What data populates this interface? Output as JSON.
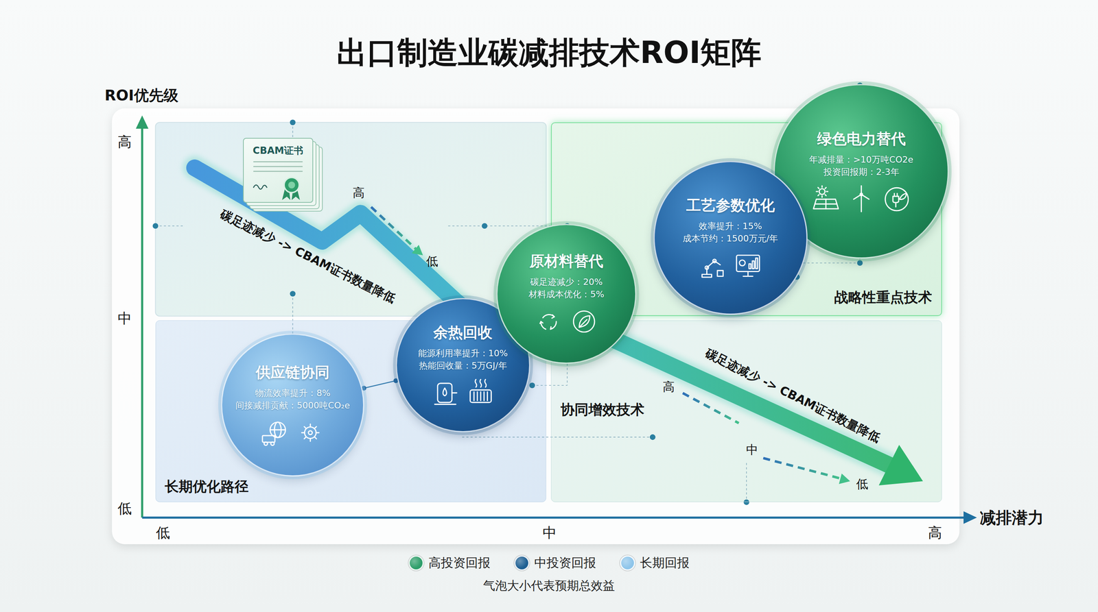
{
  "diagram": {
    "title": "出口制造业碳减排技术ROI矩阵",
    "caption": "气泡大小代表预期总效益",
    "nodes": [
      {
        "text": [
          "战略性重点技术"
        ]
      },
      {
        "text": [
          "协同增效技术"
        ]
      },
      {
        "text": [
          "长期优化路径"
        ]
      },
      {
        "text": [
          "CBAM证书"
        ]
      },
      {
        "text": [
          "供应链协同",
          "物流效率提升：8%",
          "间接减排贡献：5000吨CO₂e"
        ]
      },
      {
        "text": [
          "余热回收",
          "能源利用率提升：10%",
          "热能回收量：5万GJ/年"
        ]
      },
      {
        "text": [
          "原材料替代",
          "碳足迹减少：20%",
          "材料成本优化：5%"
        ]
      },
      {
        "text": [
          "绿色电力替代",
          "年减排量：>10万吨CO2e",
          "投资回报期：2-3年"
        ]
      },
      {
        "text": [
          "工艺参数优化",
          "效率提升：15%",
          "成本节约：1500万元/年"
        ]
      }
    ],
    "edges": [
      {
        "from": 4,
        "to": 5,
        "arrow": "none"
      }
    ],
    "labels": [
      "ROI优先级",
      "高",
      "中",
      "低",
      "低",
      "中",
      "高",
      "减排潜力",
      "碳足迹减少 -> CBAM证书数量降低",
      "高",
      "低",
      "碳足迹减少 -> CBAM证书数量降低",
      "高",
      "中",
      "低"
    ],
    "legend": [
      {
        "text": "高投资回报",
        "color": "#2e9e6a"
      },
      {
        "text": "中投资回报",
        "color": "#1e5f92"
      },
      {
        "text": "长期回报",
        "color": "#8ec5ea"
      }
    ]
  }
}
